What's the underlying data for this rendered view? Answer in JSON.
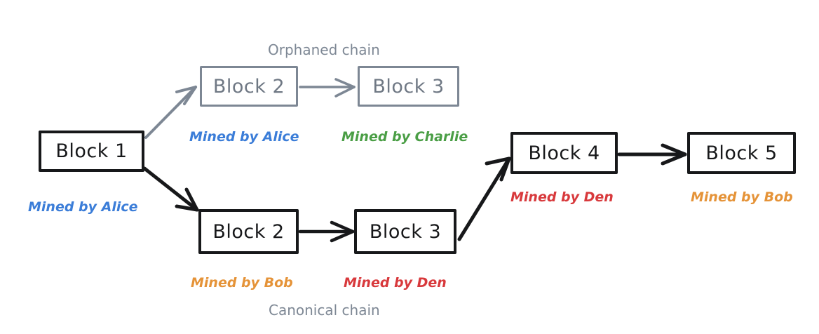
{
  "diagram": {
    "title_orphaned": "Orphaned chain",
    "title_canonical": "Canonical chain",
    "colors": {
      "alice": "#3b7dd8",
      "charlie": "#4a9e45",
      "bob": "#e59338",
      "den": "#d8393c",
      "orphaned_gray": "#7d8794",
      "canonical_black": "#17181a"
    }
  },
  "blocks": {
    "genesis": {
      "label": "Block 1",
      "miner": "Mined by Alice",
      "miner_color": "#3b7dd8"
    },
    "orphan_2": {
      "label": "Block 2",
      "miner": "Mined by Alice",
      "miner_color": "#3b7dd8"
    },
    "orphan_3": {
      "label": "Block 3",
      "miner": "Mined by Charlie",
      "miner_color": "#4a9e45"
    },
    "canon_2": {
      "label": "Block 2",
      "miner": "Mined by Bob",
      "miner_color": "#e59338"
    },
    "canon_3": {
      "label": "Block 3",
      "miner": "Mined by Den",
      "miner_color": "#d8393c"
    },
    "canon_4": {
      "label": "Block 4",
      "miner": "Mined by Den",
      "miner_color": "#d8393c"
    },
    "canon_5": {
      "label": "Block 5",
      "miner": "Mined by Bob",
      "miner_color": "#e59338"
    }
  }
}
